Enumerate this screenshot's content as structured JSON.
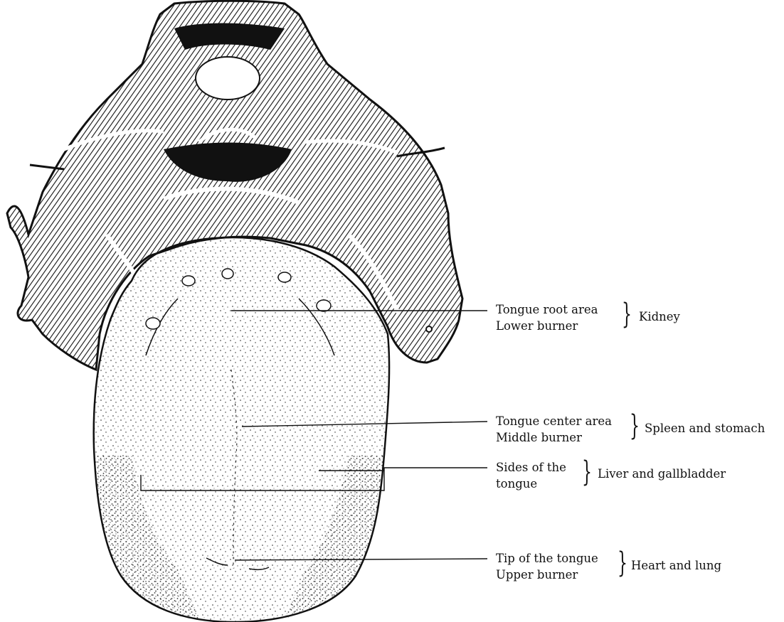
{
  "regions": [
    {
      "id": "root",
      "area": "Tongue root area",
      "burner": "Lower burner",
      "organ": "Kidney"
    },
    {
      "id": "center",
      "area": "Tongue center area",
      "burner": "Middle burner",
      "organ": "Spleen and stomach"
    },
    {
      "id": "sides",
      "area": "Sides of the",
      "burner": "tongue",
      "organ": "Liver and gallbladder"
    },
    {
      "id": "tip",
      "area": "Tip of the tongue",
      "burner": "Upper burner",
      "organ": "Heart and lung"
    }
  ],
  "colors": {
    "ink": "#111111",
    "tongue_fill": "#ffffff"
  }
}
